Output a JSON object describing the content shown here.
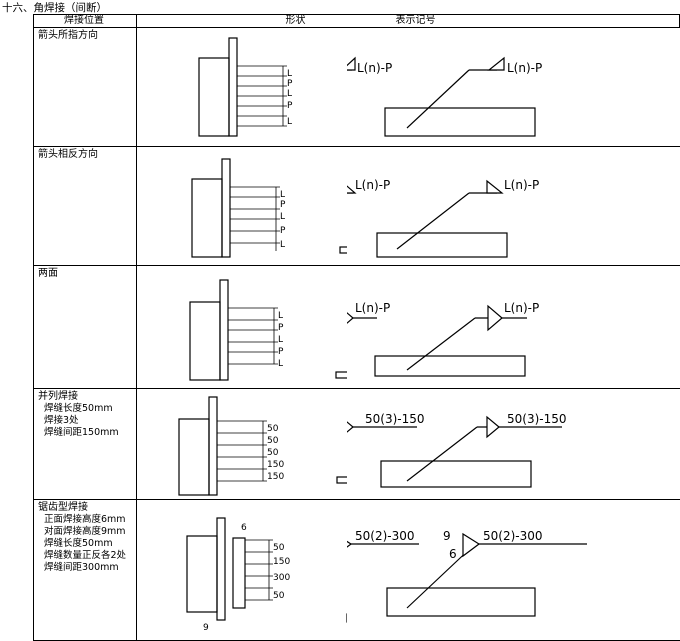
{
  "section_title": "十六、角焊接（间断）",
  "headers": {
    "position": "焊接位置",
    "shape": "形状",
    "symbol": "表示记号"
  },
  "rows": [
    {
      "title": "箭头所指方向",
      "details": [],
      "symbol": "L(n)-P",
      "dims": [
        "L",
        "P",
        "L",
        "P",
        "L"
      ]
    },
    {
      "title": "箭头相反方向",
      "details": [],
      "symbol": "L(n)-P",
      "dims": [
        "L",
        "P",
        "L",
        "P",
        "L"
      ]
    },
    {
      "title": "两面",
      "details": [],
      "symbol": "L(n)-P",
      "dims": [
        "L",
        "P",
        "L",
        "P",
        "L"
      ]
    },
    {
      "title": "并列焊接",
      "details": [
        "焊缝长度50mm",
        "焊接3处",
        "焊缝间距150mm"
      ],
      "symbol": "50(3)-150",
      "dims": [
        "50",
        "50",
        "50",
        "150",
        "150"
      ]
    },
    {
      "title": "锯齿型焊接",
      "details": [
        "正面焊接高度6mm",
        "对面焊接高度9mm",
        "焊缝长度50mm",
        "焊缝数量正反各2处",
        "焊缝间距300mm"
      ],
      "symbol": "50(2)-300",
      "sym_top": "9",
      "sym_bottom": "6",
      "dims": [
        "6",
        "50",
        "150",
        "300",
        "50",
        "9"
      ]
    }
  ]
}
